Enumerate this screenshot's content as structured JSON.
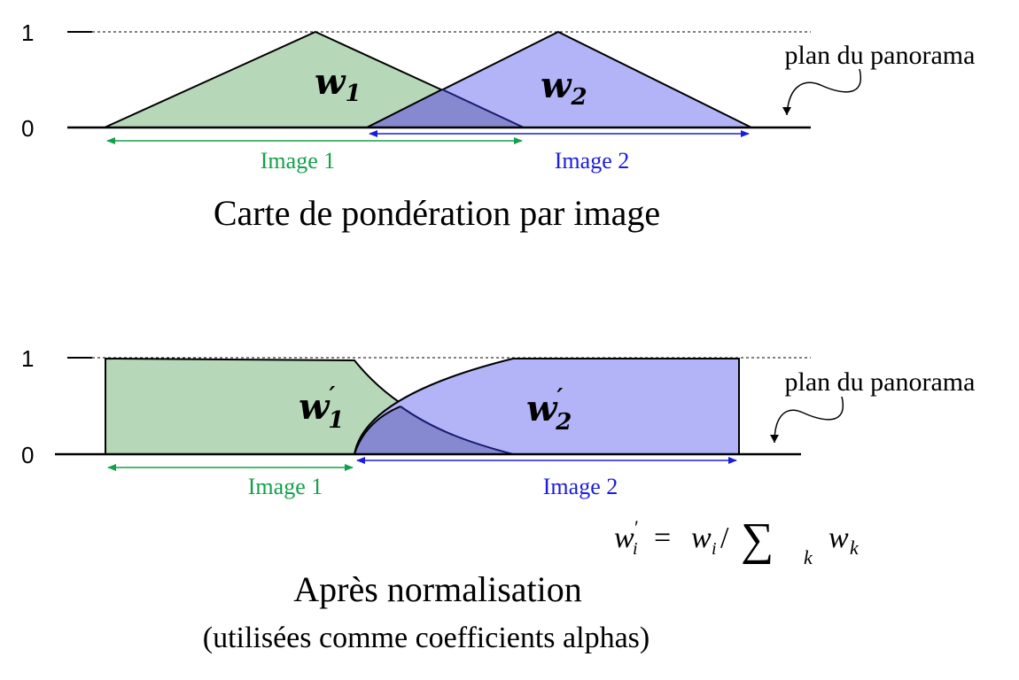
{
  "colors": {
    "green_fill": "#b7d7b9",
    "blue_fill": "#b3b4f7",
    "overlap_fill": "#8688d0",
    "green_arrow": "#13a14a",
    "blue_arrow": "#1a1de0",
    "blue_curve": "#1a1a6e"
  },
  "top": {
    "axis_label_1": "1",
    "axis_label_0": "0",
    "w1_label": "w",
    "w1_sub": "1",
    "w2_label": "w",
    "w2_sub": "2",
    "plane_label": "plan du panorama",
    "image1_label": "Image 1",
    "image2_label": "Image 2",
    "caption": "Carte de pondération par image"
  },
  "bottom": {
    "axis_label_1": "1",
    "axis_label_0": "0",
    "w1_label": "w",
    "w1_prime": "′",
    "w1_sub": "1",
    "w2_label": "w",
    "w2_prime": "′",
    "w2_sub": "2",
    "plane_label": "plan du panorama",
    "image1_label": "Image 1",
    "image2_label": "Image 2",
    "formula": {
      "lhs": "w",
      "lhs_prime": "′",
      "lhs_sub": "i",
      "equals": "=",
      "rhs": "w",
      "rhs_sub": "i",
      "slash": "/",
      "sum": "∑",
      "sum_sub": "k",
      "term": "w",
      "term_sub": "k"
    },
    "caption": "Après normalisation",
    "subcaption": "(utilisées comme coefficients alphas)"
  }
}
